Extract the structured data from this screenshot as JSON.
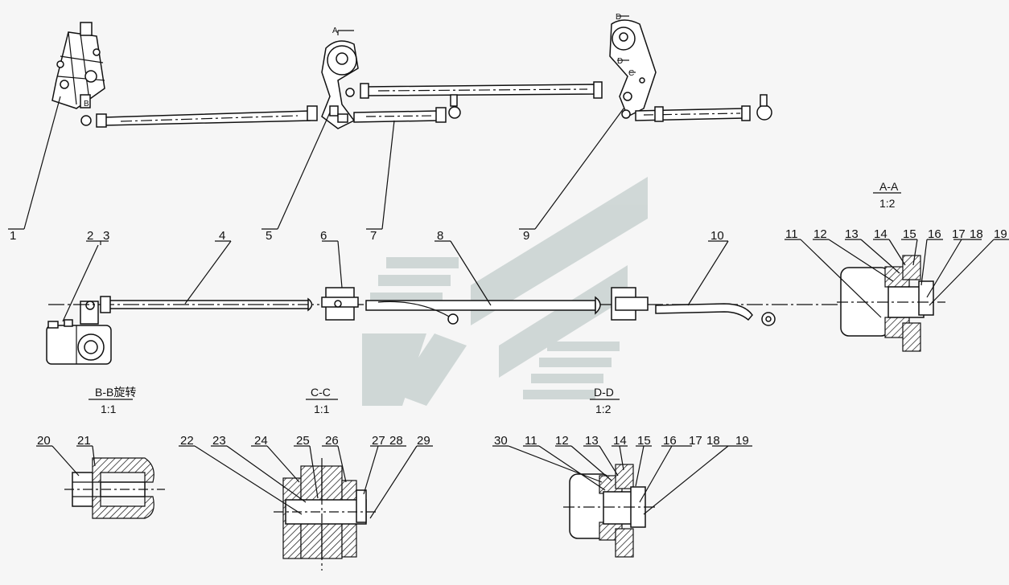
{
  "drawing": {
    "callouts": {
      "c1": "1",
      "c2": "2",
      "c3": "3",
      "c4": "4",
      "c5": "5",
      "c6": "6",
      "c7": "7",
      "c8": "8",
      "c9": "9",
      "c10": "10",
      "aa11": "11",
      "aa12": "12",
      "aa13": "13",
      "aa14": "14",
      "aa15": "15",
      "aa16": "16",
      "aa17": "17",
      "aa18": "18",
      "aa19": "19",
      "bb20": "20",
      "bb21": "21",
      "cc22": "22",
      "cc23": "23",
      "cc24": "24",
      "cc25": "25",
      "cc26": "26",
      "cc27": "27",
      "cc28": "28",
      "cc29": "29",
      "dd30": "30",
      "dd11": "11",
      "dd12": "12",
      "dd13": "13",
      "dd14": "14",
      "dd15": "15",
      "dd16": "16",
      "dd17": "17",
      "dd18": "18",
      "dd19": "19"
    },
    "sections": {
      "aa_name": "A-A",
      "aa_scale": "1:2",
      "bb_name": "B-B旋转",
      "bb_scale": "1:1",
      "cc_name": "C-C",
      "cc_scale": "1:1",
      "dd_name": "D-D",
      "dd_scale": "1:2"
    },
    "view_marks": {
      "a": "A",
      "d": "D",
      "d2": "D",
      "c": "C",
      "b": "B"
    }
  },
  "colors": {
    "line": "#111111",
    "watermark": "#c9d2d1",
    "background": "#f6f6f6"
  }
}
